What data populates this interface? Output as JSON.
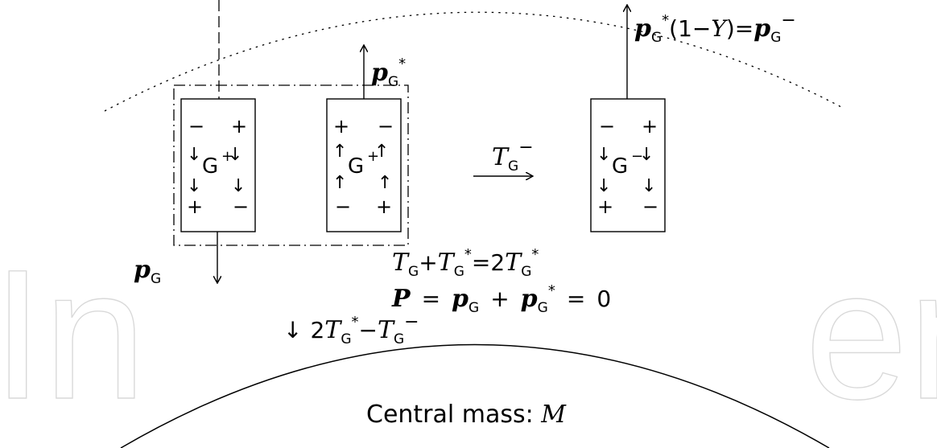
{
  "watermark": {
    "left": "In",
    "right": "en",
    "color": "#d9d9d9"
  },
  "stroke_color": "#000000",
  "central_mass": {
    "label": "Central mass: ",
    "symbol": "M"
  },
  "pair_box": {
    "left_body": {
      "sign_top_left": "−",
      "sign_top_right": "+",
      "sign_bottom_left": "+",
      "sign_bottom_right": "−",
      "center_label": "G",
      "center_sign": "+"
    },
    "right_body": {
      "sign_top_left": "+",
      "sign_top_right": "−",
      "sign_bottom_left": "−",
      "sign_bottom_right": "+",
      "center_label": "G",
      "center_sign": "+"
    }
  },
  "single_body": {
    "sign_top_left": "−",
    "sign_top_right": "+",
    "sign_bottom_left": "+",
    "sign_bottom_right": "−",
    "center_label": "G",
    "center_sign": "−"
  },
  "labels": {
    "p": "p",
    "G": "G",
    "star": "*",
    "minus": "−",
    "T": "T",
    "P": "P",
    "Y": "Y",
    "two": "2",
    "plus": "+",
    "equals": "=",
    "zero": "0",
    "open_paren": "(1−",
    "close_paren": ")="
  },
  "arrows": {
    "down": "↓",
    "up": "↑"
  }
}
